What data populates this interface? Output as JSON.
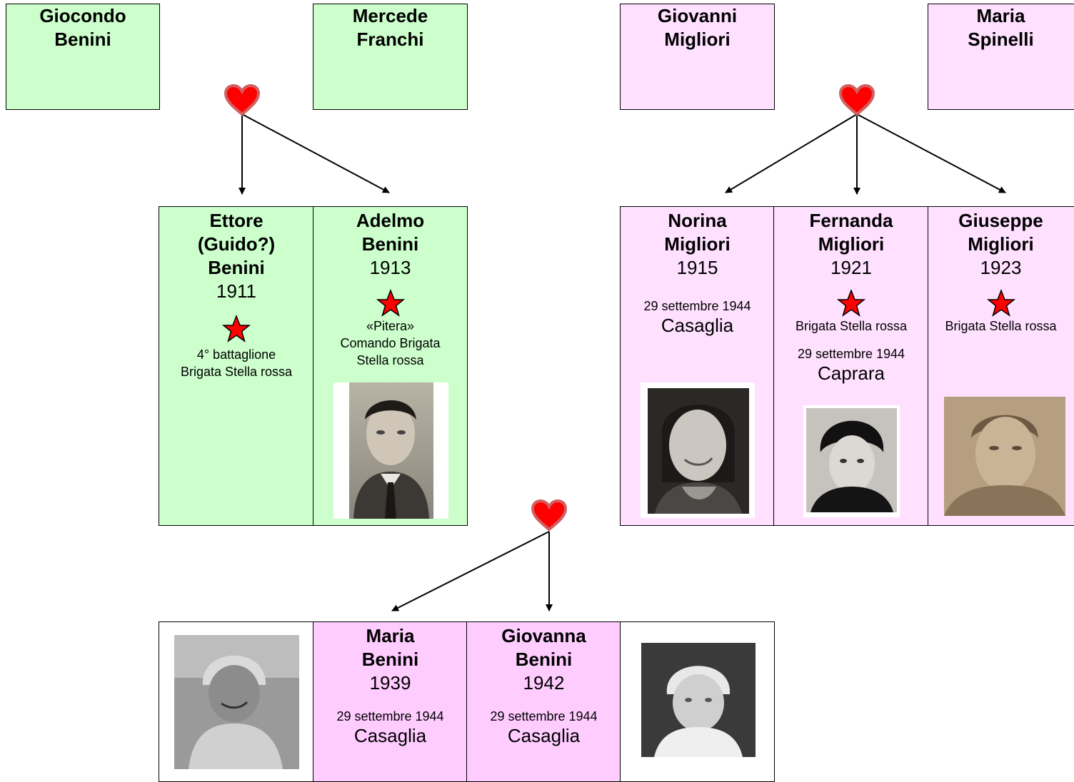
{
  "grandparents": {
    "benini_father": {
      "first": "Giocondo",
      "last": "Benini"
    },
    "benini_mother": {
      "first": "Mercede",
      "last": "Franchi"
    },
    "migliori_father": {
      "first": "Giovanni",
      "last": "Migliori"
    },
    "migliori_mother": {
      "first": "Maria",
      "last": "Spinelli"
    }
  },
  "benini_children": [
    {
      "line1": "Ettore",
      "line2": "(Guido?)",
      "line3": "Benini",
      "year": "1911",
      "note1": "4° battaglione",
      "note2": "Brigata Stella rossa"
    },
    {
      "line1": "Adelmo",
      "line2": "Benini",
      "year": "1913",
      "note1": "«Pitera»",
      "note2": "Comando Brigata",
      "note3": "Stella rossa"
    }
  ],
  "migliori_children": [
    {
      "line1": "Norina",
      "line2": "Migliori",
      "year": "1915",
      "date": "29 settembre 1944",
      "place": "Casaglia"
    },
    {
      "line1": "Fernanda",
      "line2": "Migliori",
      "year": "1921",
      "unit": "Brigata Stella rossa",
      "date": "29 settembre 1944",
      "place": "Caprara"
    },
    {
      "line1": "Giuseppe",
      "line2": "Migliori",
      "year": "1923",
      "unit": "Brigata Stella rossa"
    }
  ],
  "grandchildren": [
    {
      "line1": "Maria",
      "line2": "Benini",
      "year": "1939",
      "date": "29 settembre 1944",
      "place": "Casaglia"
    },
    {
      "line1": "Giovanna",
      "line2": "Benini",
      "year": "1942",
      "date": "29 settembre 1944",
      "place": "Casaglia"
    }
  ],
  "colors": {
    "benini": "#ccffcc",
    "migliori": "#ffe1ff",
    "grandchild": "#ffccff",
    "heart": "#e8202a",
    "star": "#ff0000"
  }
}
